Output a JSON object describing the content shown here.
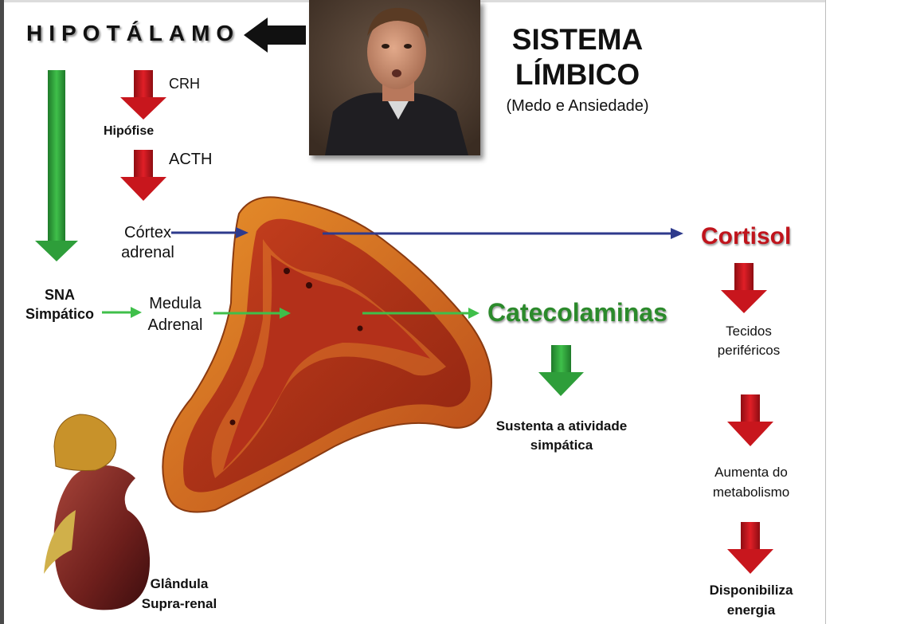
{
  "title": {
    "hipotalamo": "HIPOTÁLAMO",
    "sistema_line1": "SISTEMA",
    "sistema_line2": "LÍMBICO",
    "sistema_sub": "(Medo e Ansiedade)"
  },
  "hpa_axis": {
    "crh": "CRH",
    "hipofise": "Hipófise",
    "acth": "ACTH",
    "cortex_line1": "Córtex",
    "cortex_line2": "adrenal"
  },
  "sympathetic": {
    "sna_line1": "SNA",
    "sna_line2": "Simpático",
    "medula_line1": "Medula",
    "medula_line2": "Adrenal"
  },
  "outputs": {
    "cortisol": "Cortisol",
    "catecolaminas": "Catecolaminas",
    "sustenta_line1": "Sustenta a atividade",
    "sustenta_line2": "simpática",
    "tecidos_line1": "Tecidos",
    "tecidos_line2": "periféricos",
    "aumenta_line1": "Aumenta do",
    "aumenta_line2": "metabolismo",
    "disponibiliza_line1": "Disponibiliza",
    "disponibiliza_line2": "energia"
  },
  "anatomy": {
    "glandula_line1": "Glândula",
    "glandula_line2": "Supra-renal"
  },
  "colors": {
    "red_arrow": "#c8161d",
    "green_arrow": "#2e9e3a",
    "blue_arrow": "#2e3a8c",
    "cortisol": "#c0141c",
    "catecolaminas": "#2b8a2b"
  }
}
